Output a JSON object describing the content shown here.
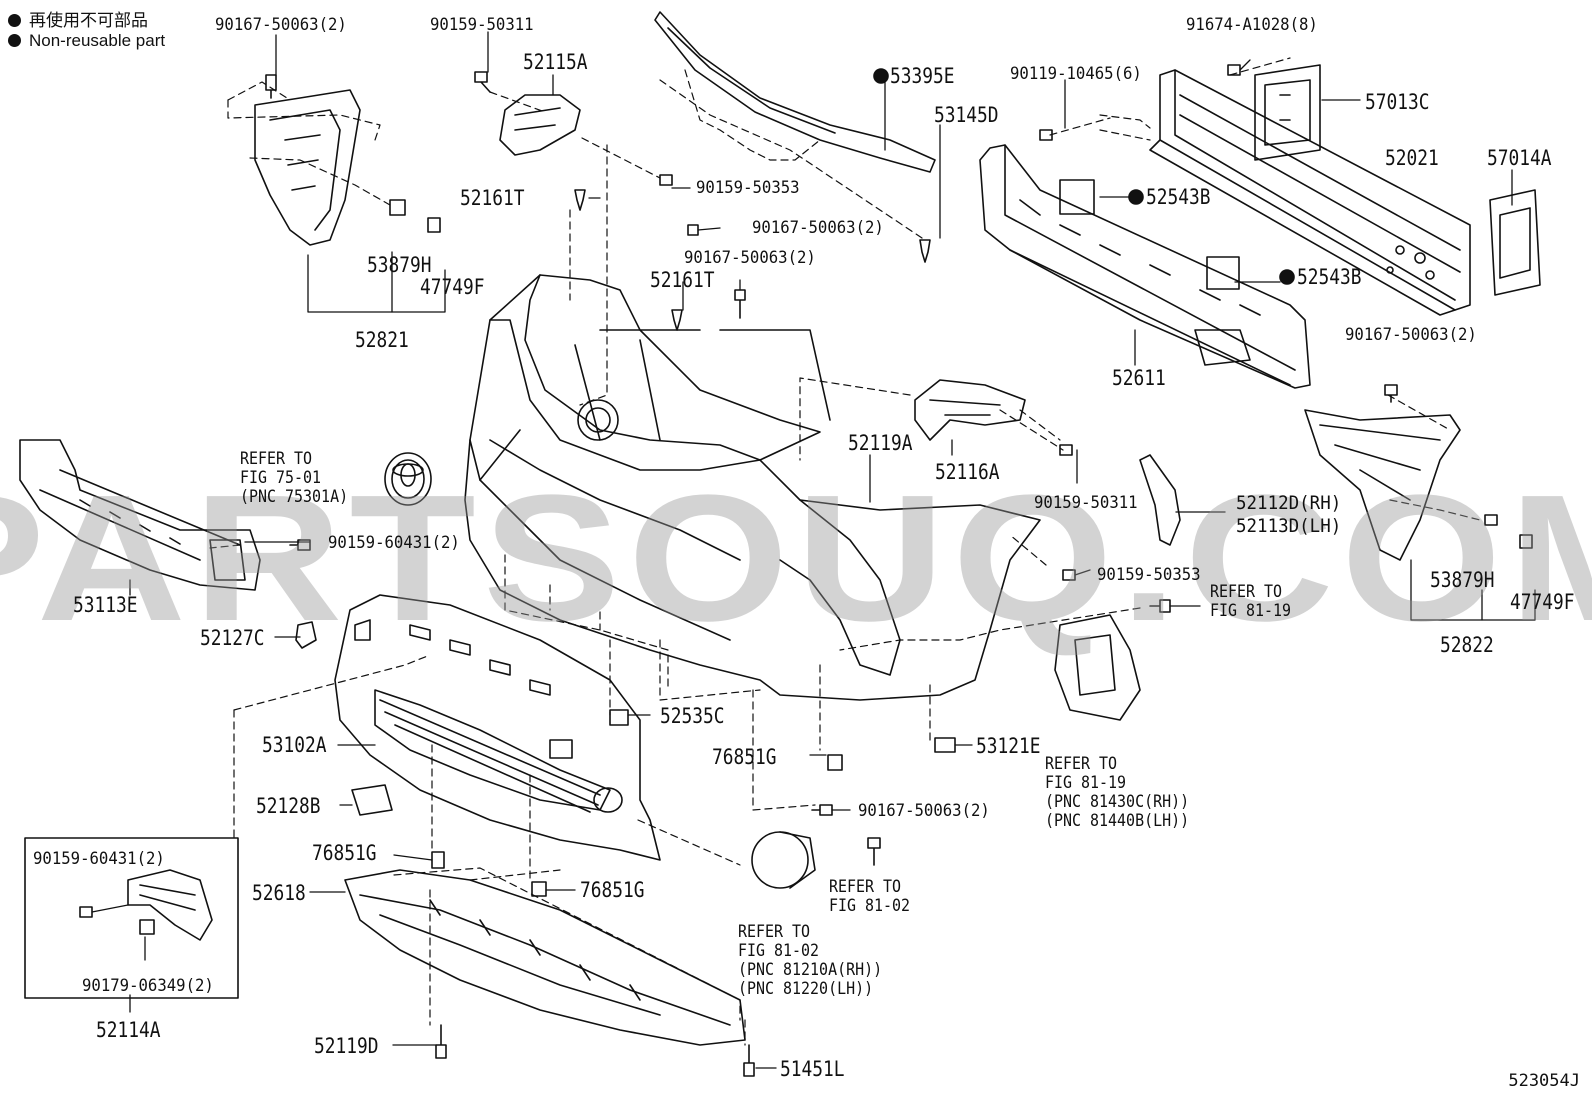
{
  "legend": {
    "jp": "再使用不可部品",
    "en": "Non-reusable part"
  },
  "watermark": "PARTSOUQ.COM",
  "figure_id": "523054J",
  "labels": {
    "p90167_50063_2_a": "90167-50063(2)",
    "p90159_50311_a": "90159-50311",
    "p52115A": "52115A",
    "p53395E": "53395E",
    "p91674_A1028_8": "91674-A1028(8)",
    "p90119_10465_6": "90119-10465(6)",
    "p57013C": "57013C",
    "p53145D": "53145D",
    "p52021": "52021",
    "p57014A": "57014A",
    "p90159_50353_a": "90159-50353",
    "p52161T_a": "52161T",
    "p90167_50063_2_b": "90167-50063(2)",
    "p90167_50063_2_c": "90167-50063(2)",
    "p52161T_b": "52161T",
    "p52543B_a": "52543B",
    "p52543B_b": "52543B",
    "p53879H_a": "53879H",
    "p47749F_a": "47749F",
    "p52821": "52821",
    "p52611": "52611",
    "p90167_50063_2_d": "90167-50063(2)",
    "p52119A": "52119A",
    "p52116A": "52116A",
    "p90159_50311_b": "90159-50311",
    "p52112D": "52112D(RH)",
    "p52113D": "52113D(LH)",
    "p53113E": "53113E",
    "p90159_60431_2_a": "90159-60431(2)",
    "p90159_50353_b": "90159-50353",
    "p53879H_b": "53879H",
    "p47749F_b": "47749F",
    "p52822": "52822",
    "p52127C": "52127C",
    "p52535C": "52535C",
    "p53102A": "53102A",
    "p76851G_a": "76851G",
    "p53121E": "53121E",
    "p90167_50063_2_e": "90167-50063(2)",
    "p52128B": "52128B",
    "p76851G_b": "76851G",
    "p76851G_c": "76851G",
    "p52618": "52618",
    "p90159_60431_2_b": "90159-60431(2)",
    "p90179_06349_2": "90179-06349(2)",
    "p52114A": "52114A",
    "p52119D": "52119D",
    "p51451L": "51451L"
  },
  "refs": {
    "ref_75_01": "REFER TO\nFIG 75-01\n(PNC 75301A)",
    "ref_81_19_a": "REFER TO\nFIG 81-19",
    "ref_81_19_b": "REFER TO\nFIG 81-19\n(PNC 81430C(RH))\n(PNC 81440B(LH))",
    "ref_81_02_a": "REFER TO\nFIG 81-02",
    "ref_81_02_b": "REFER TO\nFIG 81-02\n(PNC 81210A(RH))\n(PNC 81220(LH))"
  }
}
